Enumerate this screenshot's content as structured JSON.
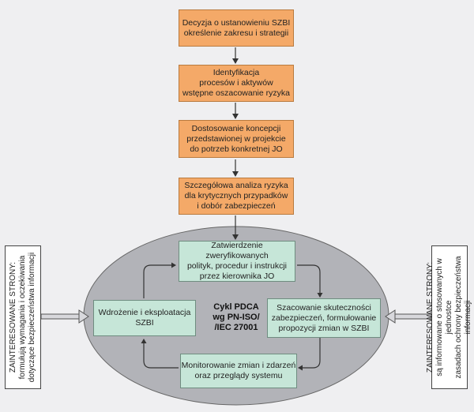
{
  "steps": [
    {
      "text": "Decyzja o ustanowieniu SZBI\nokreślenie zakresu i strategii"
    },
    {
      "text": "Identyfikacja\nprocesów i aktywów\nwstępne oszacowanie ryzyka"
    },
    {
      "text": "Dostosowanie koncepcji\nprzedstawionej w projekcie\ndo potrzeb konkretnej JO"
    },
    {
      "text": "Szczegółowa analiza ryzyka\ndla krytycznych przypadków\ni dobór zabezpieczeń"
    }
  ],
  "cycle": {
    "top": "Zatwierdzenie zweryfikowanych\npolityk, procedur i instrukcji\nprzez kierownika JO",
    "left": "Wdrożenie i eksploatacja\nSZBI",
    "right": "Szacowanie skuteczności\nzabezpieczeń, formułowanie\npropozycji zmian w SZBI",
    "bottom": "Monitorowanie zmian i zdarzeń\noraz przeglądy systemu",
    "center": "Cykl PDCA\nwg PN-ISO/\n/IEC 27001"
  },
  "left_panel": {
    "title": "ZAINTERESOWANE STRONY:",
    "line1": "formułują wymagania i oczekiwania",
    "line2": "dotyczące bezpieczeństwa informacji"
  },
  "right_panel": {
    "title": "ZAINTERESOWANE STRONY:",
    "line1": "są informowane o stosowanych w jednostce",
    "line2": "zasadach ochrony bezpieczeństwa informacji"
  },
  "colors": {
    "step_fill": "#f4a968",
    "cycle_box_fill": "#c6e6d8",
    "ellipse_fill": "#b2b3b8",
    "background": "#efeff1"
  }
}
